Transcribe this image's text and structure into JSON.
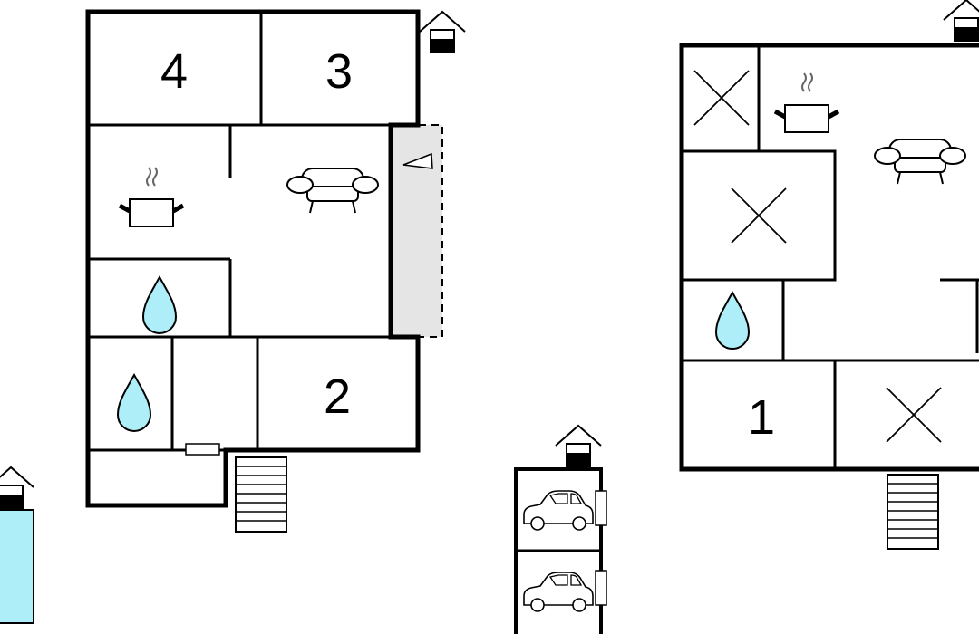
{
  "rooms": {
    "bedroom_1": "1",
    "bedroom_2": "2",
    "bedroom_3": "3",
    "bedroom_4": "4"
  },
  "colors": {
    "wall": "#000000",
    "water": "#aeeef8",
    "terrace": "#e5e5e5",
    "background": "#ffffff"
  },
  "icons": [
    "entrance-icon",
    "stairs-icon",
    "kitchen-pot-icon",
    "sofa-icon",
    "water-drop-icon",
    "car-icon",
    "bed-cross-icon",
    "pool"
  ]
}
